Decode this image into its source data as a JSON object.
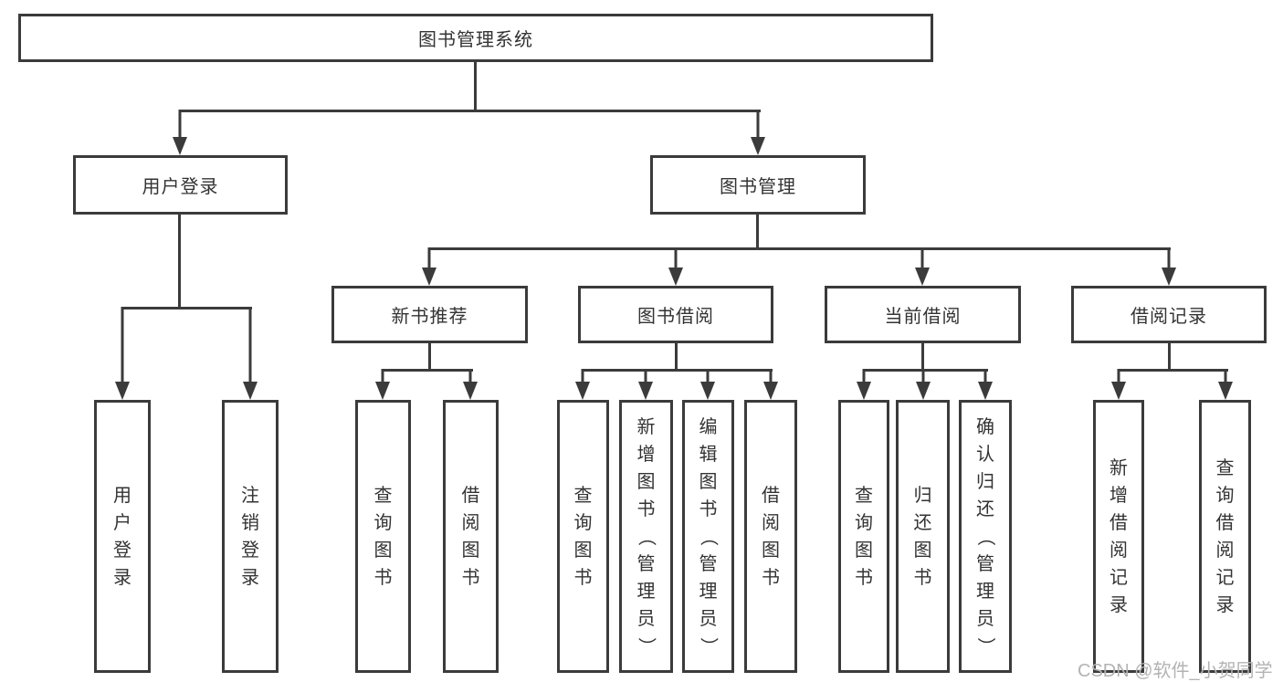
{
  "tree": {
    "root": {
      "label": "图书管理系统",
      "children": [
        {
          "label": "用户登录",
          "children": [
            {
              "label": "用户登录"
            },
            {
              "label": "注销登录"
            }
          ]
        },
        {
          "label": "图书管理",
          "children": [
            {
              "label": "新书推荐",
              "children": [
                {
                  "label": "查询图书"
                },
                {
                  "label": "借阅图书"
                }
              ]
            },
            {
              "label": "图书借阅",
              "children": [
                {
                  "label": "查询图书"
                },
                {
                  "label": "新增图书（管理员）"
                },
                {
                  "label": "编辑图书（管理员）"
                },
                {
                  "label": "借阅图书"
                }
              ]
            },
            {
              "label": "当前借阅",
              "children": [
                {
                  "label": "查询图书"
                },
                {
                  "label": "归还图书"
                },
                {
                  "label": "确认归还（管理员）"
                }
              ]
            },
            {
              "label": "借阅记录",
              "children": [
                {
                  "label": "新增借阅记录"
                },
                {
                  "label": "查询借阅记录"
                }
              ]
            }
          ]
        }
      ]
    }
  },
  "watermark": {
    "text": "CSDN @软件_小贺同学"
  },
  "colors": {
    "line": "#3b3b3b",
    "text": "#333333",
    "watermark": "#b3b3b3",
    "background": "#ffffff"
  }
}
